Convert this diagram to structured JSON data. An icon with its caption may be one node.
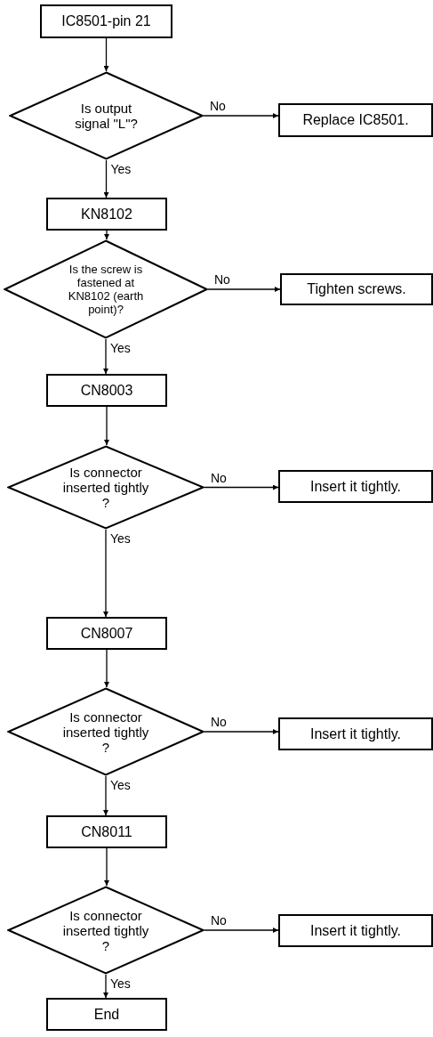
{
  "diagram": {
    "nodes": [
      {
        "text": [
          "IC8501-pin 21"
        ]
      },
      {
        "text": [
          "Is output signal \"L\"?"
        ]
      },
      {
        "text": [
          "Replace IC8501."
        ]
      },
      {
        "text": [
          "KN8102"
        ]
      },
      {
        "text": [
          "Is the screw is fastened at KN8102 (earth point)?"
        ]
      },
      {
        "text": [
          "Tighten screws."
        ]
      },
      {
        "text": [
          "CN8003"
        ]
      },
      {
        "text": [
          "Is connector inserted tightly ?"
        ]
      },
      {
        "text": [
          "Insert it tightly."
        ]
      },
      {
        "text": [
          "CN8007"
        ]
      },
      {
        "text": [
          "Is connector inserted tightly ?"
        ]
      },
      {
        "text": [
          "Insert it tightly."
        ]
      },
      {
        "text": [
          "CN8011"
        ]
      },
      {
        "text": [
          "Is connector inserted tightly ?"
        ]
      },
      {
        "text": [
          "Insert it tightly."
        ]
      },
      {
        "text": [
          "End"
        ]
      }
    ],
    "edges": [
      {
        "from": 0,
        "to": 1,
        "arrow": "to"
      },
      {
        "from": 1,
        "to": 2,
        "arrow": "to",
        "label": "No"
      },
      {
        "from": 1,
        "to": 3,
        "arrow": "to",
        "label": "Yes"
      },
      {
        "from": 3,
        "to": 4,
        "arrow": "to"
      },
      {
        "from": 4,
        "to": 5,
        "arrow": "to",
        "label": "No"
      },
      {
        "from": 4,
        "to": 6,
        "arrow": "to",
        "label": "Yes"
      },
      {
        "from": 6,
        "to": 7,
        "arrow": "to"
      },
      {
        "from": 7,
        "to": 8,
        "arrow": "to",
        "label": "No"
      },
      {
        "from": 7,
        "to": 9,
        "arrow": "to",
        "label": "Yes"
      },
      {
        "from": 9,
        "to": 10,
        "arrow": "to"
      },
      {
        "from": 10,
        "to": 11,
        "arrow": "to",
        "label": "No"
      },
      {
        "from": 10,
        "to": 12,
        "arrow": "to",
        "label": "Yes"
      },
      {
        "from": 12,
        "to": 13,
        "arrow": "to"
      },
      {
        "from": 13,
        "to": 14,
        "arrow": "to",
        "label": "No"
      },
      {
        "from": 13,
        "to": 15,
        "arrow": "to",
        "label": "Yes"
      }
    ]
  }
}
